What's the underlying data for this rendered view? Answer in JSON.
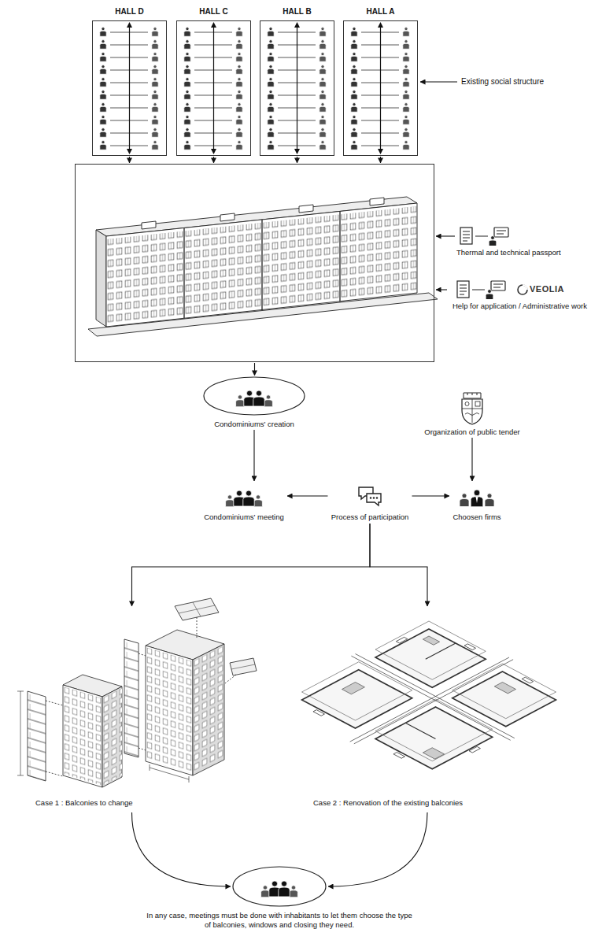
{
  "diagram": {
    "nodes": [
      {
        "text": [
          "HALL D"
        ]
      },
      {
        "text": [
          "HALL C"
        ]
      },
      {
        "text": [
          "HALL B"
        ]
      },
      {
        "text": [
          "HALL A"
        ]
      },
      {
        "text": []
      },
      {
        "text": [
          "Thermal and technical passport"
        ]
      },
      {
        "text": [
          "Help for application / Administrative work"
        ]
      },
      {
        "text": [
          "Condominiums' creation"
        ]
      },
      {
        "text": [
          "Organization of public tender"
        ]
      },
      {
        "text": [
          "Condominiums' meeting"
        ]
      },
      {
        "text": [
          "Process of participation"
        ]
      },
      {
        "text": [
          "Choosen firms"
        ]
      },
      {
        "text": [
          "Case 1 : Balconies to change"
        ]
      },
      {
        "text": [
          "Case 2 : Renovation of the existing balconies"
        ]
      },
      {
        "text": [
          "In any case, meetings must be done with inhabitants to let them choose the type of balconies, windows and closing they need."
        ]
      }
    ],
    "edges": [
      {
        "from": 0,
        "to": 4,
        "arrow": "to"
      },
      {
        "from": 1,
        "to": 4,
        "arrow": "to"
      },
      {
        "from": 2,
        "to": 4,
        "arrow": "to"
      },
      {
        "from": 3,
        "to": 4,
        "arrow": "to"
      },
      {
        "from": 5,
        "to": 4,
        "arrow": "to"
      },
      {
        "from": 6,
        "to": 4,
        "arrow": "to"
      },
      {
        "from": 4,
        "to": 7,
        "arrow": "to"
      },
      {
        "from": 7,
        "to": 9,
        "arrow": "to"
      },
      {
        "from": 8,
        "to": 11,
        "arrow": "to"
      },
      {
        "from": 10,
        "to": 9,
        "arrow": "to"
      },
      {
        "from": 10,
        "to": 11,
        "arrow": "to"
      },
      {
        "from": 10,
        "to": 12,
        "arrow": "to"
      },
      {
        "from": 10,
        "to": 13,
        "arrow": "to"
      },
      {
        "from": 12,
        "to": 14,
        "arrow": "to"
      },
      {
        "from": 13,
        "to": 14,
        "arrow": "to"
      }
    ],
    "labels": [
      "Existing social structure",
      "VEOLIA"
    ]
  }
}
